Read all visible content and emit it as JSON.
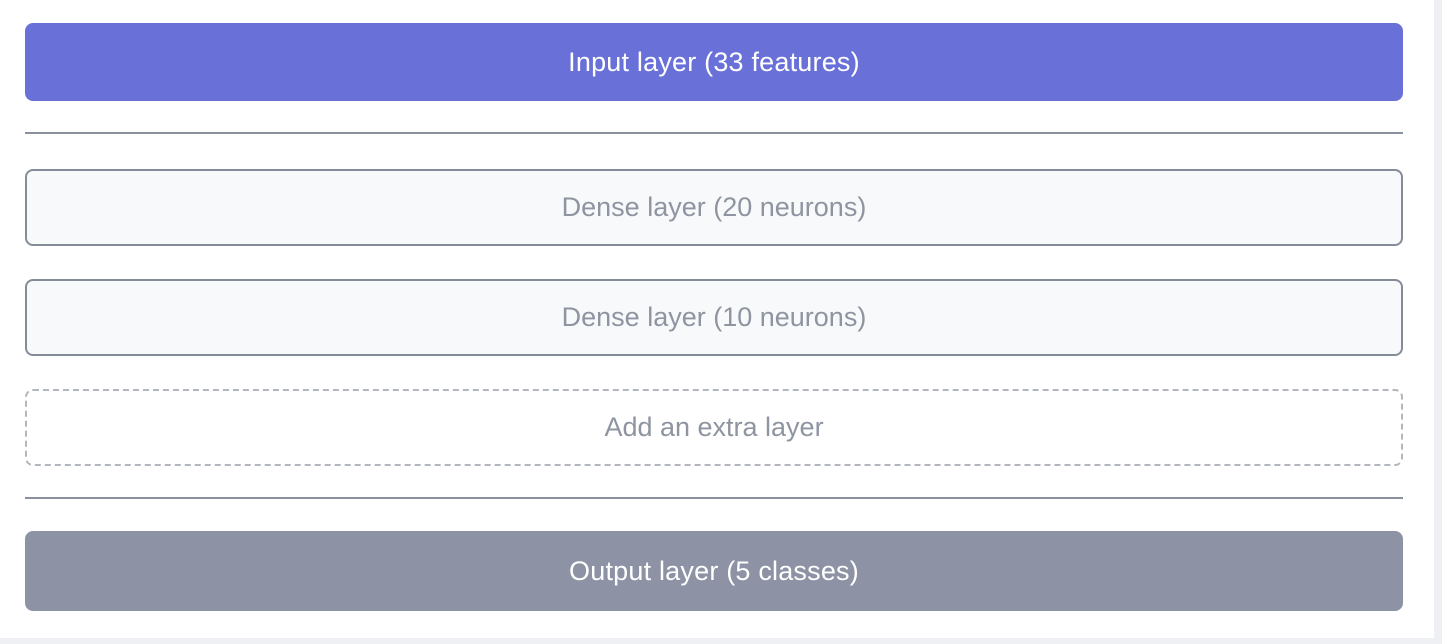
{
  "network_builder": {
    "input_layer": {
      "label": "Input layer (33 features)"
    },
    "hidden_layers": [
      {
        "label": "Dense layer (20 neurons)"
      },
      {
        "label": "Dense layer (10 neurons)"
      }
    ],
    "add_layer_button": {
      "label": "Add an extra layer"
    },
    "output_layer": {
      "label": "Output layer (5 classes)"
    }
  },
  "colors": {
    "input_bg": "#6970d8",
    "output_bg": "#8d93a4",
    "box_bg": "#f8f9fb",
    "box_border": "#858c99",
    "box_text": "#8e94a0",
    "dashed_border": "#b2b6be",
    "divider": "#8a919e",
    "banner_text": "#ffffff",
    "page_bg": "#eef0f4"
  }
}
